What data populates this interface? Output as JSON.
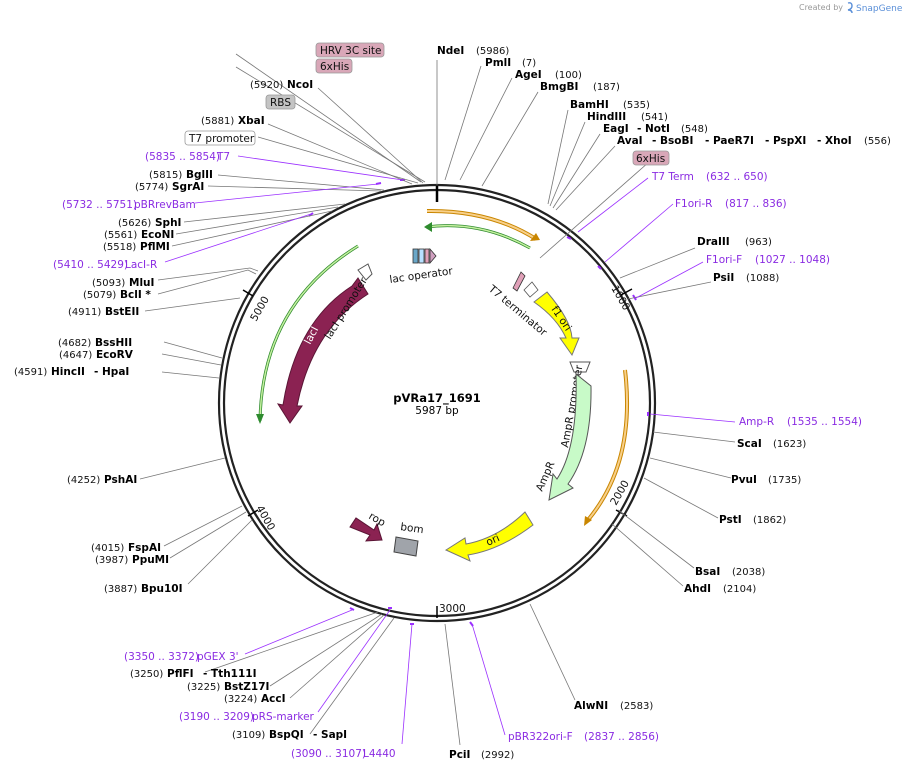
{
  "header": {
    "created_by": "Created by",
    "brand": "SnapGene"
  },
  "plasmid": {
    "name": "pVRa17_1691",
    "length_label": "5987 bp",
    "length": 5987
  },
  "ticks": [
    "1000",
    "2000",
    "3000",
    "4000",
    "5000"
  ],
  "features": [
    {
      "id": "lacI",
      "label": "lacI"
    },
    {
      "id": "lacI-promoter",
      "label": "lacI promoter"
    },
    {
      "id": "lac-operator",
      "label": "lac operator"
    },
    {
      "id": "t7-terminator",
      "label": "T7 terminator"
    },
    {
      "id": "f1-ori",
      "label": "f1 ori"
    },
    {
      "id": "ampr-promoter",
      "label": "AmpR promoter"
    },
    {
      "id": "ampr",
      "label": "AmpR"
    },
    {
      "id": "ori",
      "label": "ori"
    },
    {
      "id": "rop",
      "label": "rop"
    },
    {
      "id": "bom",
      "label": "bom"
    }
  ],
  "badges": [
    {
      "id": "hrv3c",
      "label": "HRV 3C site",
      "color": "#d9a7b8"
    },
    {
      "id": "6xhis-top",
      "label": "6xHis",
      "color": "#d9a7b8"
    },
    {
      "id": "rbs",
      "label": "RBS",
      "color": "#c4c4c4"
    },
    {
      "id": "t7promoter",
      "label": "T7 promoter",
      "color": "#ffffff"
    },
    {
      "id": "6xhis-right",
      "label": "6xHis",
      "color": "#d9a7b8"
    }
  ],
  "sites": [
    {
      "name": "NdeI",
      "pos": "(5986)"
    },
    {
      "name": "PmlI",
      "pos": "(7)"
    },
    {
      "name": "AgeI",
      "pos": "(100)"
    },
    {
      "name": "BmgBI",
      "pos": "(187)"
    },
    {
      "name": "BamHI",
      "pos": "(535)"
    },
    {
      "name": "HindIII",
      "pos": "(541)"
    },
    {
      "name": "EagI",
      "extra": "- NotI",
      "pos": "(548)"
    },
    {
      "name": "AvaI",
      "extra": "- BsoBI",
      "extra2": "- PaeR7I",
      "extra3": "- PspXI",
      "extra4": "- XhoI",
      "pos": "(556)"
    },
    {
      "name": "DraIII",
      "pos": "(963)"
    },
    {
      "name": "PsiI",
      "pos": "(1088)"
    },
    {
      "name": "ScaI",
      "pos": "(1623)"
    },
    {
      "name": "PvuI",
      "pos": "(1735)"
    },
    {
      "name": "PstI",
      "pos": "(1862)"
    },
    {
      "name": "BsaI",
      "pos": "(2038)"
    },
    {
      "name": "AhdI",
      "pos": "(2104)"
    },
    {
      "name": "AlwNI",
      "pos": "(2583)"
    },
    {
      "name": "PciI",
      "pos": "(2992)"
    },
    {
      "name": "NcoI",
      "pos": "(5920)"
    },
    {
      "name": "XbaI",
      "pos": "(5881)"
    },
    {
      "name": "BglII",
      "pos": "(5815)"
    },
    {
      "name": "SgrAI",
      "pos": "(5774)"
    },
    {
      "name": "SphI",
      "pos": "(5626)"
    },
    {
      "name": "EcoNI",
      "pos": "(5561)"
    },
    {
      "name": "PflMI",
      "pos": "(5518)"
    },
    {
      "name": "MluI",
      "pos": "(5093)"
    },
    {
      "name": "BclI *",
      "pos": "(5079)"
    },
    {
      "name": "BstEII",
      "pos": "(4911)"
    },
    {
      "name": "BssHII",
      "pos": "(4682)"
    },
    {
      "name": "EcoRV",
      "pos": "(4647)"
    },
    {
      "name": "HincII",
      "extra": "- HpaI",
      "pos": "(4591)"
    },
    {
      "name": "PshAI",
      "pos": "(4252)"
    },
    {
      "name": "FspAI",
      "pos": "(4015)"
    },
    {
      "name": "PpuMI",
      "pos": "(3987)"
    },
    {
      "name": "Bpu10I",
      "pos": "(3887)"
    },
    {
      "name": "PflFI",
      "extra": "- Tth111I",
      "pos": "(3250)"
    },
    {
      "name": "BstZ17I",
      "pos": "(3225)"
    },
    {
      "name": "AccI",
      "pos": "(3224)"
    },
    {
      "name": "BspQI",
      "extra": "- SapI",
      "pos": "(3109)"
    }
  ],
  "primers": [
    {
      "name": "T7 Term",
      "range": "(632 .. 650)"
    },
    {
      "name": "F1ori-R",
      "range": "(817 .. 836)"
    },
    {
      "name": "F1ori-F",
      "range": "(1027 .. 1048)"
    },
    {
      "name": "Amp-R",
      "range": "(1535 .. 1554)"
    },
    {
      "name": "pBR322ori-F",
      "range": "(2837 .. 2856)"
    },
    {
      "name": "L4440",
      "range": "(3090 .. 3107)"
    },
    {
      "name": "pRS-marker",
      "range": "(3190 .. 3209)"
    },
    {
      "name": "pGEX 3'",
      "range": "(3350 .. 3372)"
    },
    {
      "name": "LacI-R",
      "range": "(5410 .. 5429)"
    },
    {
      "name": "pBRrevBam",
      "range": "(5732 .. 5751)"
    },
    {
      "name": "T7",
      "range": "(5835 .. 5854)"
    }
  ],
  "colors": {
    "lacI": "#8b2252",
    "yellow": "#ffff00",
    "ampr": "#c8fac8",
    "orange": "#f0a030",
    "green": "#2e8b57",
    "primer": "#8a2be2"
  }
}
